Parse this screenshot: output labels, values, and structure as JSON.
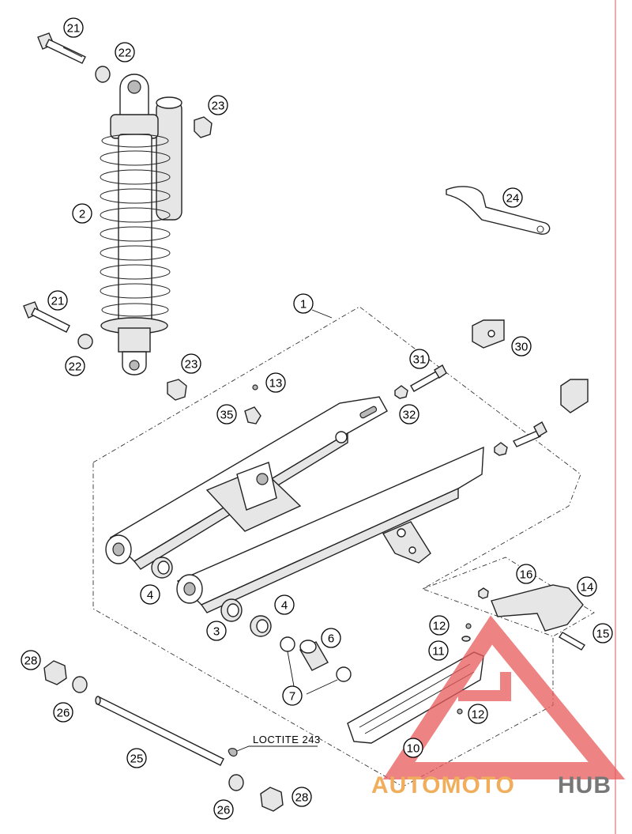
{
  "diagram": {
    "callouts": [
      {
        "id": "c21a",
        "label": "21"
      },
      {
        "id": "c22a",
        "label": "22"
      },
      {
        "id": "c23a",
        "label": "23"
      },
      {
        "id": "c24",
        "label": "24"
      },
      {
        "id": "c2",
        "label": "2"
      },
      {
        "id": "c1",
        "label": "1"
      },
      {
        "id": "c21b",
        "label": "21"
      },
      {
        "id": "c22b",
        "label": "22"
      },
      {
        "id": "c23b",
        "label": "23"
      },
      {
        "id": "c13",
        "label": "13"
      },
      {
        "id": "c35",
        "label": "35"
      },
      {
        "id": "c31",
        "label": "31"
      },
      {
        "id": "c32",
        "label": "32"
      },
      {
        "id": "c30",
        "label": "30"
      },
      {
        "id": "c4a",
        "label": "4"
      },
      {
        "id": "c4b",
        "label": "4"
      },
      {
        "id": "c3",
        "label": "3"
      },
      {
        "id": "c6",
        "label": "6"
      },
      {
        "id": "c7",
        "label": "7"
      },
      {
        "id": "c16",
        "label": "16"
      },
      {
        "id": "c14",
        "label": "14"
      },
      {
        "id": "c15",
        "label": "15"
      },
      {
        "id": "c12a",
        "label": "12"
      },
      {
        "id": "c11",
        "label": "11"
      },
      {
        "id": "c12b",
        "label": "12"
      },
      {
        "id": "c10",
        "label": "10"
      },
      {
        "id": "c28a",
        "label": "28"
      },
      {
        "id": "c26a",
        "label": "26"
      },
      {
        "id": "c25",
        "label": "25"
      },
      {
        "id": "c26b",
        "label": "26"
      },
      {
        "id": "c28b",
        "label": "28"
      }
    ],
    "note": "LOCTITE 243"
  },
  "watermark": {
    "text_accent": "AUTOMOTO",
    "text_dark": "HUB",
    "accent_color": "#f0ad5c",
    "dark_color": "#777777",
    "logo_color": "#e85a5a"
  },
  "colors": {
    "margin_line": "#e05555"
  }
}
